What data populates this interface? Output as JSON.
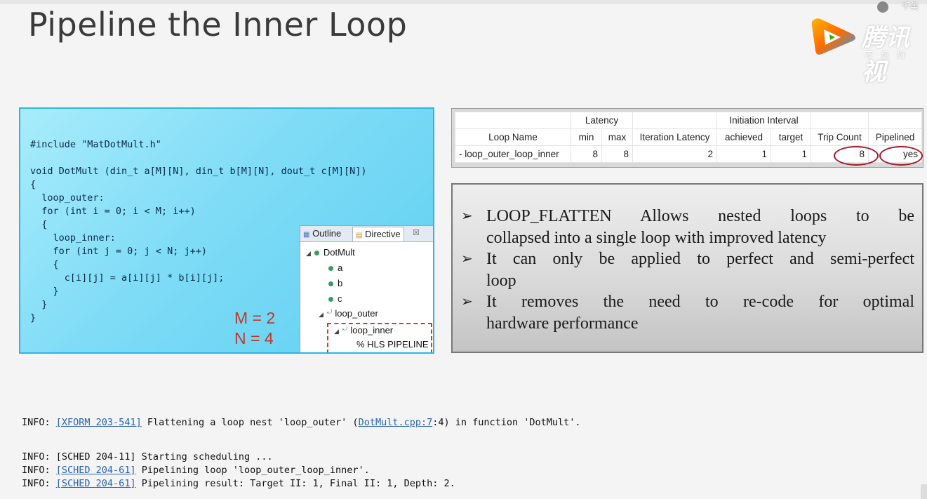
{
  "title": "Pipeline the Inner Loop",
  "watermark": {
    "brand": "腾讯视",
    "slogan": "不负好",
    "badge": "千美"
  },
  "code_panel": {
    "lines": [
      "#include \"MatDotMult.h\"",
      "",
      "void DotMult (din_t a[M][N], din_t b[M][N], dout_t c[M][N])",
      "{",
      "  loop_outer:",
      "  for (int i = 0; i < M; i++)",
      "  {",
      "    loop_inner:",
      "    for (int j = 0; j < N; j++)",
      "    {",
      "      c[i][j] = a[i][j] * b[i][j];",
      "    }",
      "  }",
      "}"
    ],
    "m_value": "M = 2",
    "n_value": "N = 4"
  },
  "outline": {
    "tab_outline": "Outline",
    "tab_directive": "Directive",
    "tab_close": "☒",
    "tree": {
      "root": "DotMult",
      "a": "a",
      "b": "b",
      "c": "c",
      "loop_outer": "loop_outer",
      "loop_inner": "loop_inner",
      "directive": "% HLS PIPELINE"
    }
  },
  "report": {
    "group_latency": "Latency",
    "group_ii": "Initiation Interval",
    "headers": {
      "loop_name": "Loop Name",
      "min": "min",
      "max": "max",
      "iteration_latency": "Iteration Latency",
      "achieved": "achieved",
      "target": "target",
      "trip_count": "Trip Count",
      "pipelined": "Pipelined"
    },
    "row": {
      "loop_name": "- loop_outer_loop_inner",
      "min": "8",
      "max": "8",
      "iteration_latency": "2",
      "achieved": "1",
      "target": "1",
      "trip_count": "8",
      "pipelined": "yes"
    }
  },
  "bullets": [
    {
      "arrow": "➢",
      "line1": "LOOP_FLATTEN Allows nested loops to be",
      "line2": "collapsed into a single loop with improved latency"
    },
    {
      "arrow": "➢",
      "line1": "It can only be applied to perfect and semi-perfect",
      "line2": "loop"
    },
    {
      "arrow": "➢",
      "line1": "It removes the need to re-code for optimal",
      "line2": "hardware performance"
    }
  ],
  "console": {
    "l1": {
      "pre": "INFO: ",
      "link": "[XFORM 203-541]",
      "mid": " Flattening a loop nest 'loop_outer' (",
      "link2": "DotMult.cpp:7",
      "post": ":4) in function 'DotMult'."
    },
    "l2": {
      "text": "INFO: [SCHED 204-11] Starting scheduling ..."
    },
    "l3": {
      "pre": "INFO: ",
      "link": "[SCHED 204-61]",
      "post": " Pipelining loop 'loop_outer_loop_inner'."
    },
    "l4": {
      "pre": "INFO: ",
      "link": "[SCHED 204-61]",
      "post": " Pipelining result: Target II: 1, Final II: 1, Depth: 2."
    }
  },
  "colors": {
    "accent_red": "#d0392b",
    "panel_blue": "#5fd0f2",
    "link_blue": "#2a63b0"
  }
}
